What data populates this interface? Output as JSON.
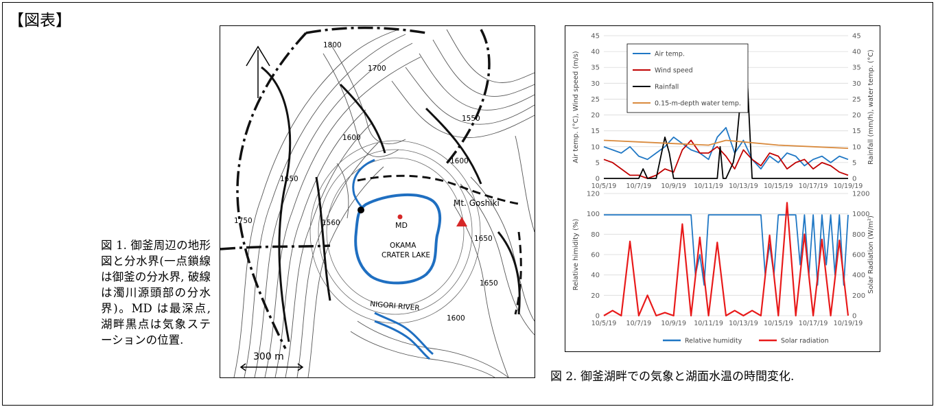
{
  "header": {
    "title": "【図表】"
  },
  "figure1": {
    "caption": "図 1. 御釜周辺の地形図と分水界(一点鎖線は御釜の分水界, 破線は濁川源頭部の分水界)。MD は最深点, 湖畔黒点は気象ステーションの位置.",
    "contour_labels": [
      "1800",
      "1700",
      "1600",
      "1550",
      "1600",
      "1650",
      "1750",
      "1560",
      "1650",
      "1650",
      "1600"
    ],
    "lake_name_line1": "OKAMA",
    "lake_name_line2": "CRATER LAKE",
    "md_label": "MD",
    "peak_label": "Mt. Goshiki",
    "river_label": "NIGORI RIVER",
    "scale_label": "300 m",
    "icons": [
      "north-arrow-icon"
    ],
    "colors": {
      "lake": "#1f6fc1",
      "river": "#1f6fc1",
      "marker": "#d62828"
    }
  },
  "figure2": {
    "caption": "図 2. 御釜湖畔での気象と湖面水温の時間変化."
  },
  "chart_data": [
    {
      "type": "line",
      "x_ticks": [
        "10/5/19",
        "10/7/19",
        "10/9/19",
        "10/11/19",
        "10/13/19",
        "10/15/19",
        "10/17/19",
        "10/19/19"
      ],
      "xlim": [
        "10/5/19",
        "10/19/19"
      ],
      "ylabel": "Air temp. (°C), Wind speed (m/s)",
      "y2label": "Rainfall (mm/h), water temp. (°C)",
      "ylim": [
        0,
        45
      ],
      "y2lim": [
        0,
        45
      ],
      "y_ticks": [
        0,
        5,
        10,
        15,
        20,
        25,
        30,
        35,
        40,
        45
      ],
      "y2_ticks": [
        0,
        5,
        10,
        15,
        20,
        25,
        30,
        35,
        40,
        45
      ],
      "legend_position": "top-left",
      "series": [
        {
          "name": "Air temp.",
          "axis": "left",
          "color": "#1f77c4",
          "x": [
            "10/5/19",
            "10/5/19 12:00",
            "10/6/19",
            "10/6/19 12:00",
            "10/7/19",
            "10/7/19 12:00",
            "10/8/19",
            "10/8/19 12:00",
            "10/9/19",
            "10/9/19 12:00",
            "10/10/19",
            "10/10/19 12:00",
            "10/11/19",
            "10/11/19 12:00",
            "10/12/19",
            "10/12/19 12:00",
            "10/13/19",
            "10/13/19 12:00",
            "10/14/19",
            "10/14/19 12:00",
            "10/15/19",
            "10/15/19 12:00",
            "10/16/19",
            "10/16/19 12:00",
            "10/17/19",
            "10/17/19 12:00",
            "10/18/19",
            "10/18/19 12:00",
            "10/19/19"
          ],
          "values": [
            10,
            9,
            8,
            10,
            7,
            6,
            8,
            10,
            13,
            11,
            9,
            8,
            6,
            13,
            16,
            8,
            12,
            6,
            3,
            7,
            5,
            8,
            7,
            4,
            6,
            7,
            5,
            7,
            6
          ]
        },
        {
          "name": "Wind speed",
          "axis": "left",
          "color": "#c00000",
          "x": [
            "10/5/19",
            "10/5/19 12:00",
            "10/6/19",
            "10/6/19 12:00",
            "10/7/19",
            "10/7/19 12:00",
            "10/8/19",
            "10/8/19 12:00",
            "10/9/19",
            "10/9/19 12:00",
            "10/10/19",
            "10/10/19 12:00",
            "10/11/19",
            "10/11/19 12:00",
            "10/12/19",
            "10/12/19 12:00",
            "10/13/19",
            "10/13/19 12:00",
            "10/14/19",
            "10/14/19 12:00",
            "10/15/19",
            "10/15/19 12:00",
            "10/16/19",
            "10/16/19 12:00",
            "10/17/19",
            "10/17/19 12:00",
            "10/18/19",
            "10/18/19 12:00",
            "10/19/19"
          ],
          "values": [
            6,
            5,
            3,
            1,
            1,
            0,
            1,
            3,
            2,
            9,
            12,
            8,
            8,
            10,
            7,
            3,
            9,
            6,
            4,
            8,
            7,
            3,
            5,
            6,
            3,
            5,
            4,
            2,
            1
          ]
        },
        {
          "name": "Rainfall",
          "axis": "right",
          "color": "#000000",
          "x": [
            "10/5/19",
            "10/7/19",
            "10/7/19 06:00",
            "10/7/19 12:00",
            "10/8/19",
            "10/8/19 12:00",
            "10/8/19 18:00",
            "10/9/19",
            "10/11/19 12:00",
            "10/11/19 16:00",
            "10/11/19 20:00",
            "10/12/19",
            "10/12/19 10:00",
            "10/12/19 14:00",
            "10/12/19 18:00",
            "10/12/19 22:00",
            "10/13/19 02:00",
            "10/13/19 06:00",
            "10/13/19 12:00",
            "10/19/19"
          ],
          "values": [
            0,
            0,
            3,
            0,
            0,
            13,
            8,
            0,
            0,
            10,
            0,
            0,
            5,
            10,
            20,
            30,
            42,
            28,
            0,
            0
          ]
        },
        {
          "name": "0.15-m-depth water temp.",
          "axis": "right",
          "color": "#d98a3d",
          "x": [
            "10/5/19",
            "10/7/19",
            "10/9/19",
            "10/11/19",
            "10/12/19",
            "10/13/19",
            "10/15/19",
            "10/17/19",
            "10/19/19"
          ],
          "values": [
            12,
            11.5,
            11,
            10.5,
            12,
            11.5,
            10.5,
            10,
            9.5
          ]
        }
      ]
    },
    {
      "type": "line",
      "x_ticks": [
        "10/5/19",
        "10/7/19",
        "10/9/19",
        "10/11/19",
        "10/13/19",
        "10/15/19",
        "10/17/19",
        "10/19/19"
      ],
      "xlim": [
        "10/5/19",
        "10/19/19"
      ],
      "ylabel": "Relative himidity (%)",
      "y2label": "Solar Radiation (W/m²)",
      "ylim": [
        0,
        120
      ],
      "y2lim": [
        0,
        1200
      ],
      "y_ticks": [
        0,
        20,
        40,
        60,
        80,
        100,
        120
      ],
      "y2_ticks": [
        0,
        200,
        400,
        600,
        800,
        1000,
        1200
      ],
      "legend_position": "bottom",
      "series": [
        {
          "name": "Relative humidity",
          "axis": "left",
          "color": "#1f77c4",
          "x": [
            "10/5/19",
            "10/6/19",
            "10/7/19",
            "10/8/19",
            "10/9/19",
            "10/10/19",
            "10/10/19 06:00",
            "10/10/19 12:00",
            "10/10/19 18:00",
            "10/11/19",
            "10/11/19 12:00",
            "10/12/19",
            "10/13/19",
            "10/14/19",
            "10/14/19 06:00",
            "10/14/19 12:00",
            "10/14/19 18:00",
            "10/15/19",
            "10/16/19",
            "10/16/19 06:00",
            "10/16/19 12:00",
            "10/16/19 18:00",
            "10/17/19",
            "10/17/19 06:00",
            "10/17/19 12:00",
            "10/17/19 18:00",
            "10/18/19",
            "10/18/19 06:00",
            "10/18/19 12:00",
            "10/18/19 18:00",
            "10/19/19"
          ],
          "values": [
            99,
            99,
            99,
            99,
            99,
            99,
            40,
            60,
            30,
            99,
            99,
            99,
            99,
            99,
            40,
            70,
            40,
            99,
            99,
            50,
            99,
            40,
            99,
            30,
            99,
            50,
            99,
            40,
            99,
            30,
            99
          ]
        },
        {
          "name": "Solar radiation",
          "axis": "right",
          "color": "#e81a1a",
          "x": [
            "10/5/19",
            "10/5/19 12:00",
            "10/6/19",
            "10/6/19 12:00",
            "10/7/19",
            "10/7/19 12:00",
            "10/8/19",
            "10/8/19 12:00",
            "10/9/19",
            "10/9/19 12:00",
            "10/10/19",
            "10/10/19 12:00",
            "10/11/19",
            "10/11/19 12:00",
            "10/12/19",
            "10/12/19 12:00",
            "10/13/19",
            "10/13/19 12:00",
            "10/14/19",
            "10/14/19 12:00",
            "10/15/19",
            "10/15/19 12:00",
            "10/16/19",
            "10/16/19 12:00",
            "10/17/19",
            "10/17/19 12:00",
            "10/18/19",
            "10/18/19 12:00",
            "10/19/19"
          ],
          "values": [
            0,
            50,
            0,
            730,
            0,
            200,
            0,
            30,
            0,
            900,
            0,
            770,
            0,
            720,
            0,
            50,
            0,
            50,
            0,
            790,
            0,
            1110,
            0,
            800,
            0,
            750,
            0,
            740,
            0
          ]
        }
      ]
    }
  ]
}
